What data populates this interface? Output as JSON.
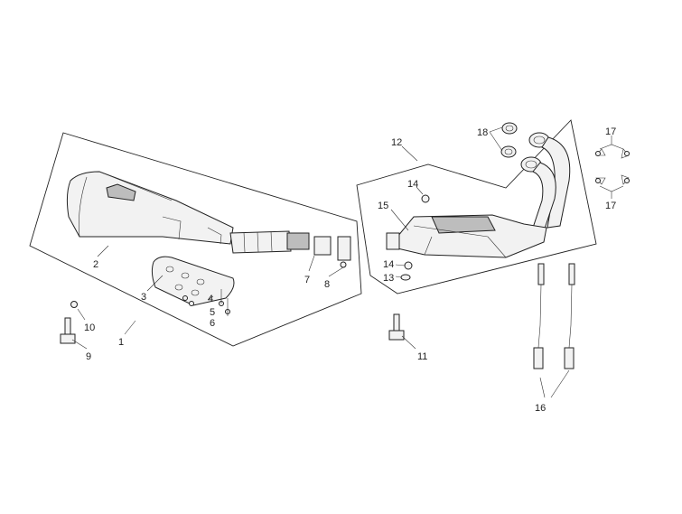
{
  "callouts": {
    "c1": "1",
    "c2": "2",
    "c3": "3",
    "c4": "4",
    "c5": "5",
    "c6": "6",
    "c7": "7",
    "c8": "8",
    "c9": "9",
    "c10": "10",
    "c11": "11",
    "c12": "12",
    "c13": "13",
    "c14a": "14",
    "c14b": "14",
    "c15": "15",
    "c16": "16",
    "c17a": "17",
    "c17b": "17",
    "c18": "18"
  },
  "colors": {
    "line": "#222222",
    "fill": "#f2f2f2",
    "shade": "#bdbdbd"
  }
}
